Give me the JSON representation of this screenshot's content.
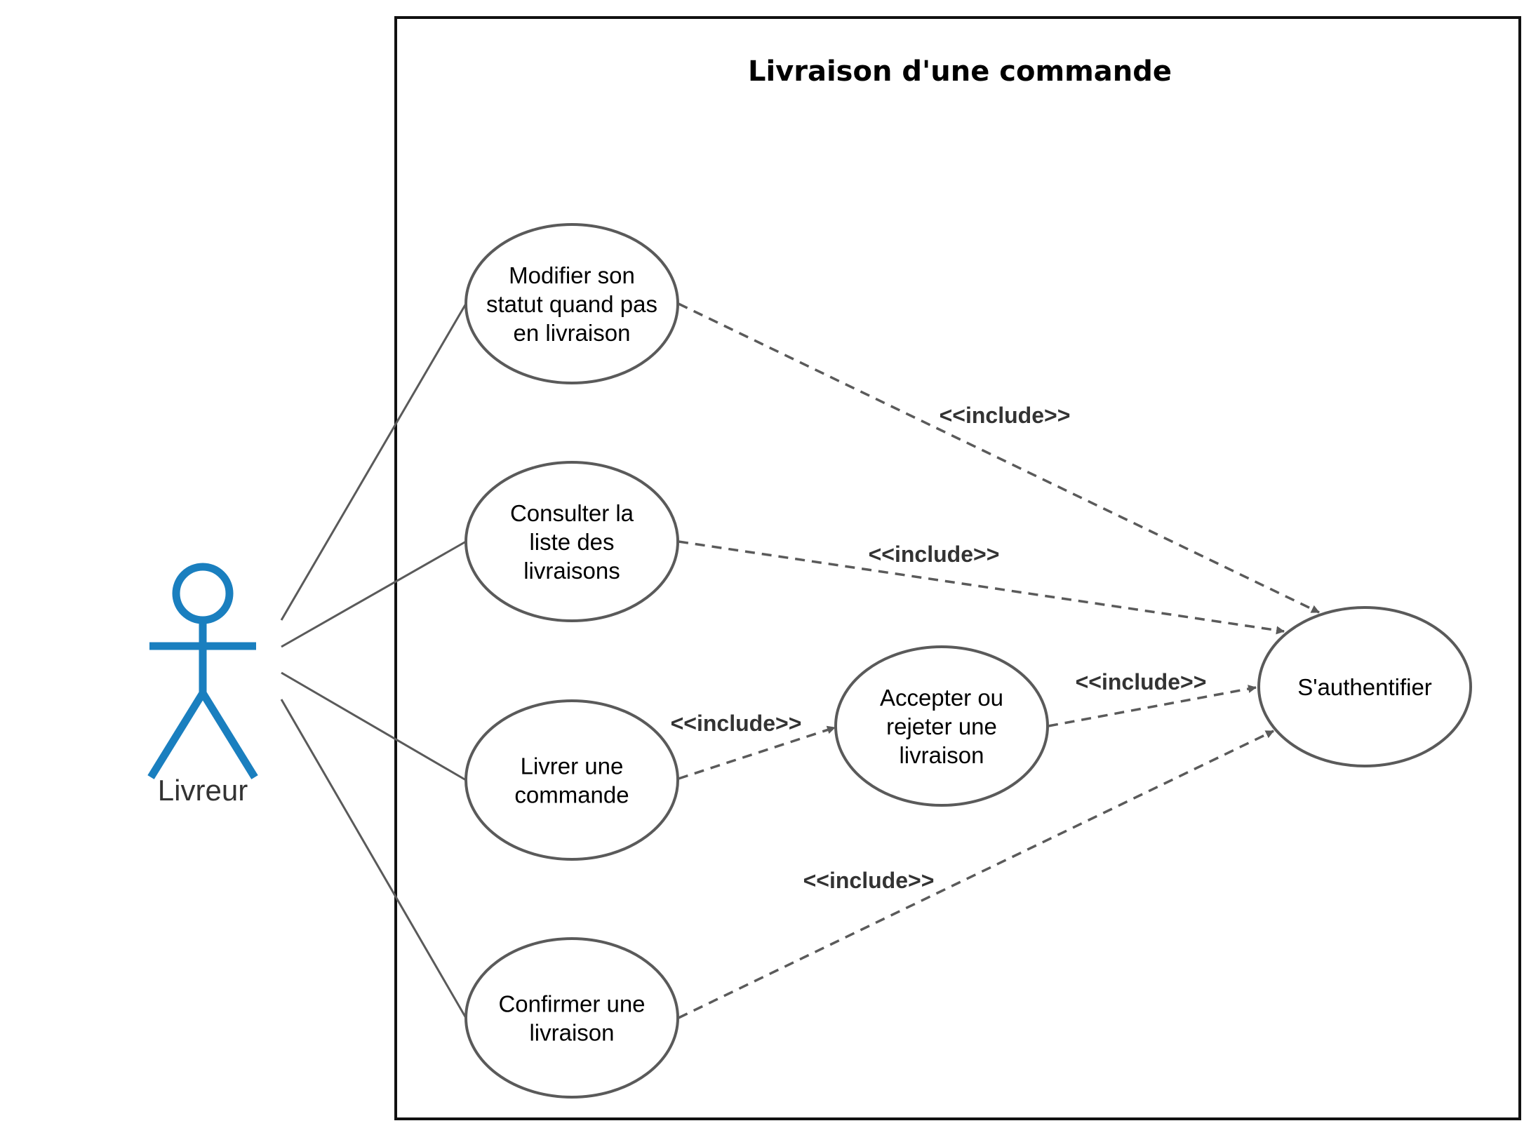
{
  "system": {
    "title": "Livraison d'une commande"
  },
  "actor": {
    "name": "Livreur",
    "icon": "stick-figure-icon",
    "color": "#1a7fbf"
  },
  "use_cases": [
    {
      "id": "modifier",
      "lines": [
        "Modifier son",
        "statut quand pas",
        "en livraison"
      ]
    },
    {
      "id": "consulter",
      "lines": [
        "Consulter la",
        "liste des",
        "livraisons"
      ]
    },
    {
      "id": "livrer",
      "lines": [
        "Livrer une",
        "commande"
      ]
    },
    {
      "id": "confirmer",
      "lines": [
        "Confirmer une",
        "livraison"
      ]
    },
    {
      "id": "accepter",
      "lines": [
        "Accepter ou",
        "rejeter une",
        "livraison"
      ]
    },
    {
      "id": "auth",
      "lines": [
        "S'authentifier"
      ]
    }
  ],
  "associations": [
    {
      "from": "actor",
      "to": "modifier"
    },
    {
      "from": "actor",
      "to": "consulter"
    },
    {
      "from": "actor",
      "to": "livrer"
    },
    {
      "from": "actor",
      "to": "confirmer"
    }
  ],
  "includes": [
    {
      "from": "modifier",
      "to": "auth",
      "label": "<<include>>"
    },
    {
      "from": "consulter",
      "to": "auth",
      "label": "<<include>>"
    },
    {
      "from": "livrer",
      "to": "accepter",
      "label": "<<include>>"
    },
    {
      "from": "accepter",
      "to": "auth",
      "label": "<<include>>"
    },
    {
      "from": "confirmer",
      "to": "auth",
      "label": "<<include>>"
    }
  ],
  "colors": {
    "ellipse_stroke": "#5a5a5a",
    "line": "#5a5a5a",
    "boundary": "#111111"
  }
}
